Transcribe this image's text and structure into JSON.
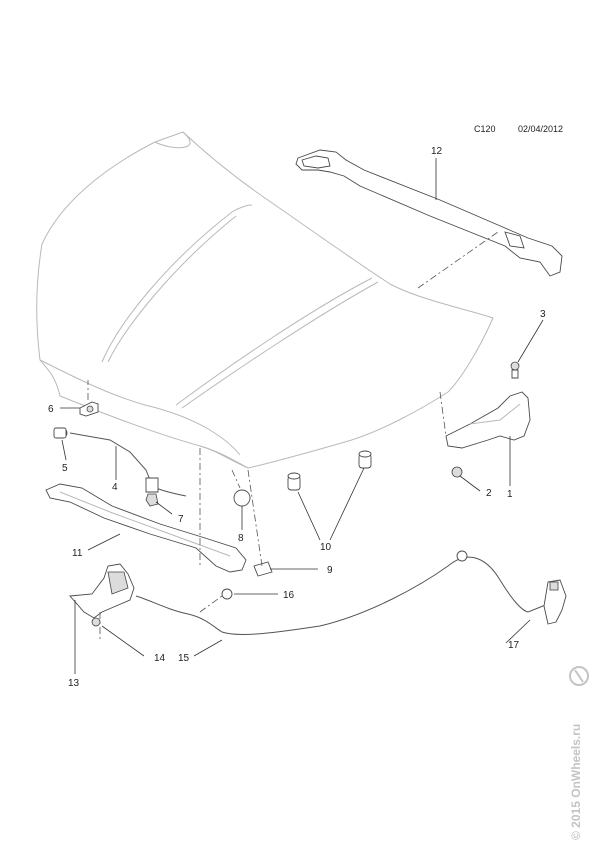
{
  "header": {
    "code": "C120",
    "date": "02/04/2012"
  },
  "callouts": {
    "c1": "1",
    "c2": "2",
    "c3": "3",
    "c4": "4",
    "c5": "5",
    "c6": "6",
    "c7": "7",
    "c8": "8",
    "c9": "9",
    "c10": "10",
    "c11": "11",
    "c12": "12",
    "c13": "13",
    "c14": "14",
    "c15": "15",
    "c16": "16",
    "c17": "17"
  },
  "watermark": {
    "text": "© 2015 OnWheels.ru",
    "logo_icon": "onwheels-logo-icon"
  }
}
